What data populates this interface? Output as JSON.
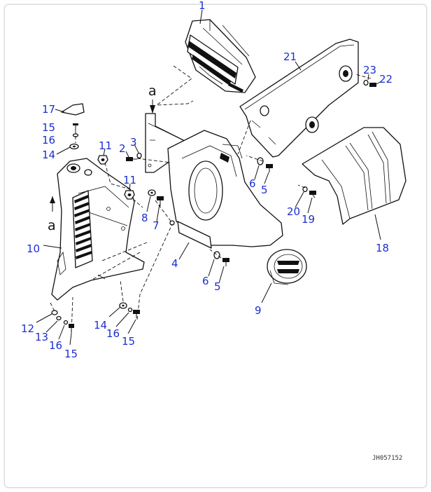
{
  "diagram": {
    "drawing_code": "JH057152",
    "reference_marks": [
      "a",
      "a"
    ],
    "callouts": [
      "1",
      "21",
      "23",
      "22",
      "17",
      "15",
      "16",
      "14",
      "11",
      "2",
      "3",
      "11",
      "8",
      "7",
      "6",
      "5",
      "20",
      "19",
      "18",
      "10",
      "4",
      "6",
      "5",
      "9",
      "12",
      "13",
      "16",
      "15",
      "14",
      "16",
      "15"
    ]
  },
  "colors": {
    "callout": "#1a2fd0",
    "ink": "#111111",
    "frame": "#d8d8d8"
  }
}
